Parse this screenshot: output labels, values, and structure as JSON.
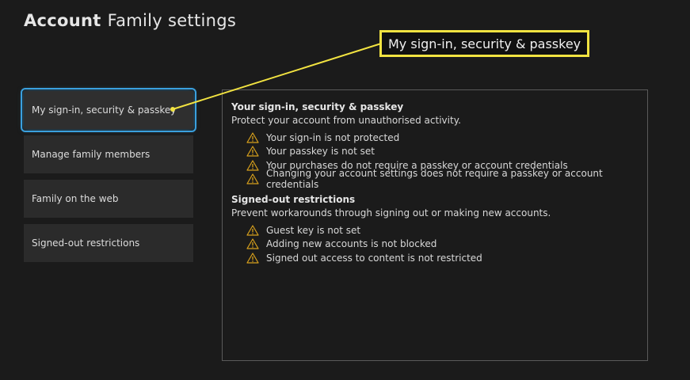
{
  "header": {
    "title_strong": "Account",
    "title_light": "Family settings"
  },
  "sidebar": {
    "items": [
      {
        "label": "My sign-in, security & passkey",
        "selected": true
      },
      {
        "label": "Manage family members"
      },
      {
        "label": "Family on the web"
      },
      {
        "label": "Signed-out restrictions"
      }
    ]
  },
  "panel": {
    "sections": [
      {
        "title": "Your sign-in, security & passkey",
        "subtitle": "Protect your account from unauthorised activity.",
        "warnings": [
          "Your sign-in is not protected",
          "Your passkey is not set",
          "Your purchases do not require a passkey or account credentials",
          "Changing your account settings does not require a passkey or account credentials"
        ]
      },
      {
        "title": "Signed-out restrictions",
        "subtitle": "Prevent workarounds through signing out or making new accounts.",
        "warnings": [
          "Guest key is not set",
          "Adding new accounts is not blocked",
          "Signed out access to content is not restricted"
        ]
      }
    ]
  },
  "callout": {
    "label": "My sign-in, security & passkey"
  },
  "icons": {
    "warning": "warning-triangle-icon"
  },
  "colors": {
    "background": "#1b1b1b",
    "focus_ring": "#3aa0de",
    "callout_border": "#f2e341",
    "warning": "#d7a01c"
  }
}
